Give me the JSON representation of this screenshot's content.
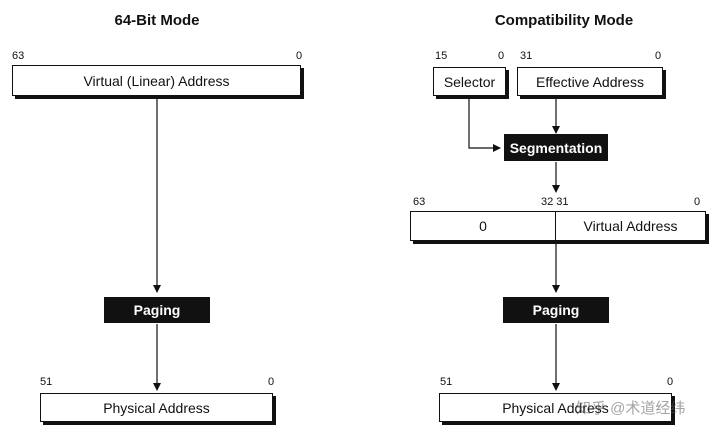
{
  "left": {
    "title": "64-Bit Mode",
    "virtual_box": {
      "label": "Virtual (Linear) Address",
      "bit_high": "63",
      "bit_low": "0"
    },
    "paging_label": "Paging",
    "physical_box": {
      "label": "Physical Address",
      "bit_high": "51",
      "bit_low": "0"
    }
  },
  "right": {
    "title": "Compatibility Mode",
    "selector_box": {
      "label": "Selector",
      "bit_high": "15",
      "bit_low": "0"
    },
    "effective_box": {
      "label": "Effective Address",
      "bit_high": "31",
      "bit_low": "0"
    },
    "segmentation_label": "Segmentation",
    "virtual_box": {
      "upper_label": "0",
      "lower_label": "Virtual Address",
      "bit_high": "63",
      "bit_mid": "32 31",
      "bit_low": "0"
    },
    "paging_label": "Paging",
    "physical_box": {
      "label": "Physical Address",
      "bit_high": "51",
      "bit_low": "0"
    }
  },
  "watermark": "知乎 @术道经纬"
}
